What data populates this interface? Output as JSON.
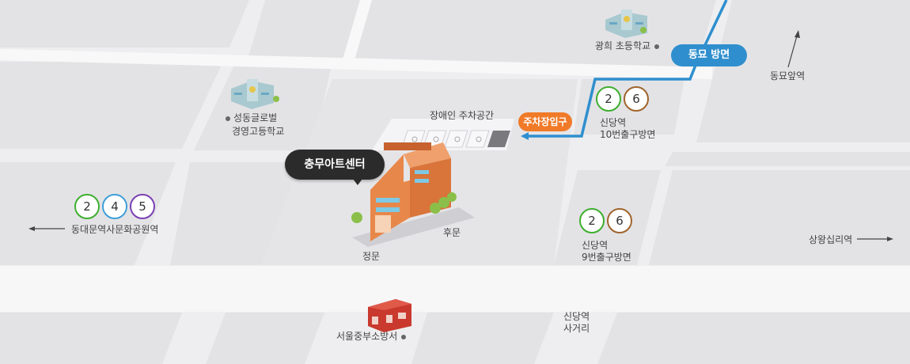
{
  "directions": {
    "dongmyo": "동묘 방면",
    "dongmyo_station": "동묘앞역",
    "sangwangsimni": "상왕십리역",
    "ddp_station": "동대문역사문화공원역"
  },
  "places": {
    "gwanghui_school": "광희 초등학교",
    "seongdong_school_line1": "성동글로벌",
    "seongdong_school_line2": "경영고등학교",
    "fire_station": "서울중부소방서",
    "main_building": "충무아트센터",
    "disabled_parking": "장애인 주차공간",
    "parking_entrance": "주차장입구",
    "main_gate": "정문",
    "back_gate": "후문",
    "sindang_exit10_line1": "신당역",
    "sindang_exit10_line2": "10번출구방면",
    "sindang_exit9_line1": "신당역",
    "sindang_exit9_line2": "9번출구방면",
    "sindang_crossroad_line1": "신당역",
    "sindang_crossroad_line2": "사거리"
  },
  "subway_lines": {
    "ddp": [
      "2",
      "4",
      "5"
    ],
    "exit10": [
      "2",
      "6"
    ],
    "exit9": [
      "2",
      "6"
    ]
  },
  "colors": {
    "line2": "#3fae2f",
    "line4": "#3f9fd8",
    "line5": "#7a3fb5",
    "line6": "#a0642b",
    "route": "#2f8fce",
    "parking_tag": "#f07a28",
    "building": "#e8874a"
  },
  "icons": {
    "school": "school-building-icon",
    "fire_station": "fire-station-icon",
    "disabled": "wheelchair-icon",
    "arrow": "direction-arrow-icon"
  }
}
